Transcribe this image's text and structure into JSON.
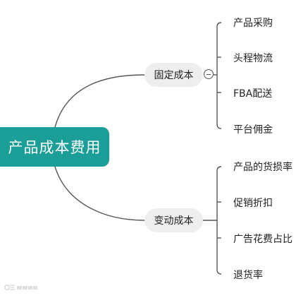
{
  "root": {
    "label": "产品成本费用"
  },
  "branches": [
    {
      "label": "固定成本",
      "leaves": [
        "产品采购",
        "头程物流",
        "FBA配送",
        "平台佣金"
      ]
    },
    {
      "label": "变动成本",
      "leaves": [
        "产品的货损率",
        "促销折扣",
        "广告花费占比",
        "退货率"
      ]
    }
  ],
  "watermark": {
    "icon": "brand-logo-icon"
  },
  "colors": {
    "root_bg": "#1a9e97",
    "line": "#555555",
    "branch_bg": "#eeeeee"
  }
}
